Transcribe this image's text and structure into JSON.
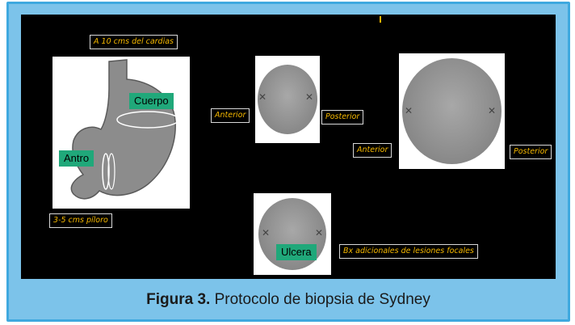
{
  "labels": {
    "cardias": "A 10 cms del cardias",
    "cuerpo": "Cuerpo",
    "antro": "Antro",
    "piloro": "3-5 cms píloro",
    "anterior_small": "Anterior",
    "posterior_small": "Posterior",
    "anterior_large": "Anterior",
    "posterior_large": "Posterior",
    "ulcera": "Ulcera",
    "bx_adicionales": "Bx adicionales de lesiones focales"
  },
  "caption": {
    "figure": "Figura 3.",
    "text": " Protocolo de biopsia de Sydney"
  },
  "colors": {
    "panel_bg": "#7cc3ea",
    "panel_border": "#3fa9df",
    "label_text": "#f5b800",
    "green_label": "#20a87a"
  }
}
